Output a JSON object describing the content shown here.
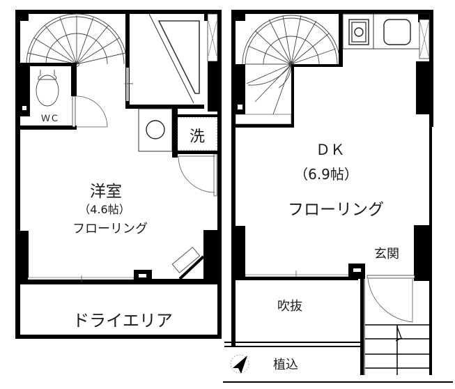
{
  "floorplan": {
    "lower_floor": {
      "rooms": {
        "western_room": {
          "name": "洋室",
          "size": "（4.6帖）",
          "floor": "フローリング"
        },
        "wc": {
          "name": "ＷＣ"
        },
        "washer": {
          "name": "洗"
        },
        "dry_area": {
          "name": "ドライエリア"
        }
      }
    },
    "upper_floor": {
      "rooms": {
        "dk": {
          "name": "ＤＫ",
          "size": "（6.9帖）",
          "floor": "フローリング"
        },
        "entrance": {
          "name": "玄関"
        },
        "void": {
          "name": "吹抜"
        },
        "planting": {
          "name": "植込"
        }
      }
    },
    "compass": {
      "icon": "north-arrow-icon"
    }
  }
}
